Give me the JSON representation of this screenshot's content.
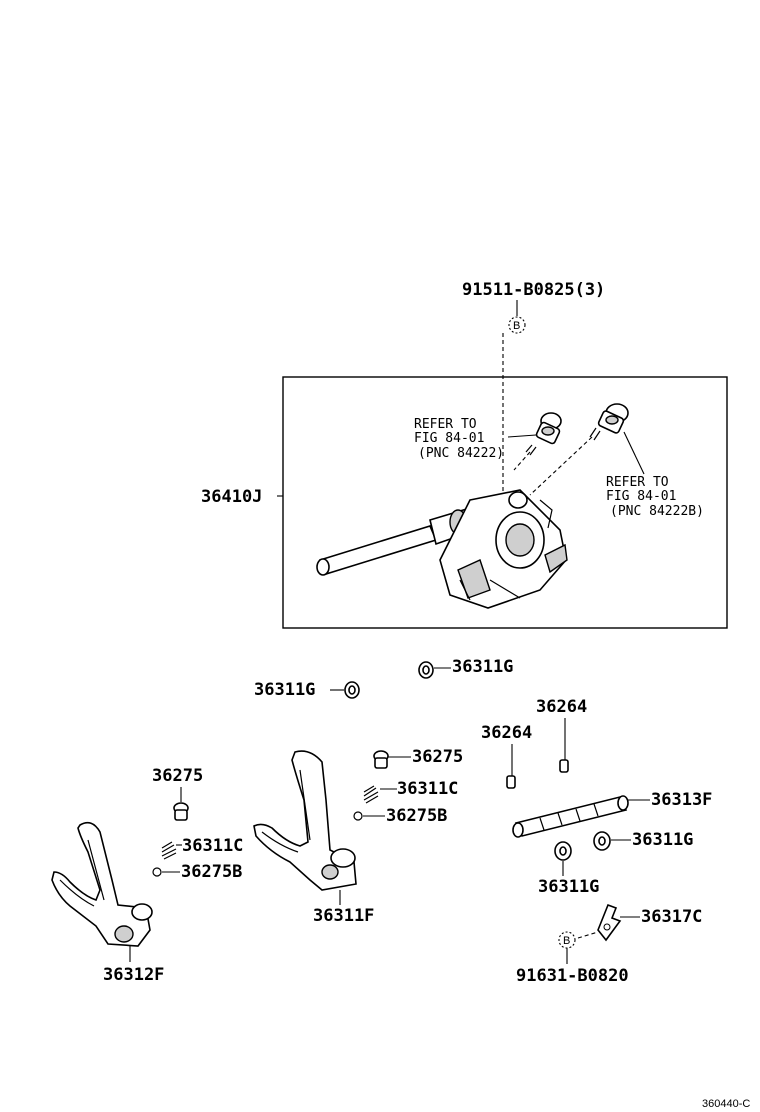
{
  "labels": {
    "bolt_top": "91511-B0825(3)",
    "bolt_bottom": "91631-B0820",
    "b_mark": "B",
    "assembly": "36410J",
    "refer1_line1": "REFER TO",
    "refer1_line2": "FIG 84-01",
    "refer1_line3": "(PNC 84222)",
    "refer2_line1": "REFER TO",
    "refer2_line2": "FIG 84-01",
    "refer2_line3": "(PNC 84222B)",
    "p36311g_a": "36311G",
    "p36311g_b": "36311G",
    "p36311g_c": "36311G",
    "p36311g_d": "36311G",
    "p36264_a": "36264",
    "p36264_b": "36264",
    "p36275_a": "36275",
    "p36275_b": "36275",
    "p36311c_a": "36311C",
    "p36311c_b": "36311C",
    "p36275b_a": "36275B",
    "p36275b_b": "36275B",
    "p36313f": "36313F",
    "p36317c": "36317C",
    "p36311f": "36311F",
    "p36312f": "36312F",
    "figure_code": "360440-C"
  }
}
